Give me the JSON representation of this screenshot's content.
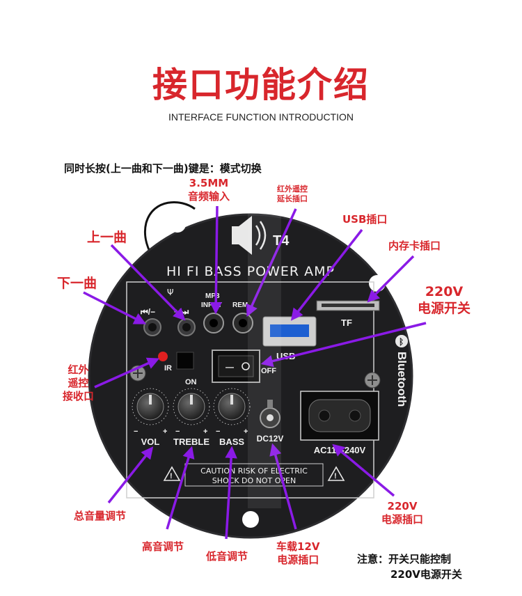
{
  "header": {
    "title": "接口功能介绍",
    "subtitle": "INTERFACE FUNCTION INTRODUCTION"
  },
  "notes": {
    "top": "同时长按(上一曲和下一曲)键是：模式切换",
    "bottom_line1": "注意：开关只能控制",
    "bottom_line2": "220V电源开关"
  },
  "callouts": {
    "audio_input_l1": "3.5MM",
    "audio_input_l2": "音频输入",
    "ir_ext_l1": "红外遥控",
    "ir_ext_l2": "延长插口",
    "usb": "USB插口",
    "tf": "内存卡插口",
    "prev": "上一曲",
    "next": "下一曲",
    "power_switch_l1": "220V",
    "power_switch_l2": "电源开关",
    "ir_recv_l1": "红外",
    "ir_recv_l2": "遥控",
    "ir_recv_l3": "接收口",
    "volume": "总音量调节",
    "treble": "高音调节",
    "bass": "低音调节",
    "dc_l1": "车载12V",
    "dc_l2": "电源插口",
    "ac_l1": "220V",
    "ac_l2": "电源插口"
  },
  "panel": {
    "brand": "HI FI BASS POWER AMP",
    "model": "T4",
    "prev_mark": "⏮/−",
    "next_mark": "+/⏭",
    "mp3_l1": "MP3",
    "mp3_l2": "INPUT",
    "rem": "REM",
    "tf": "TF",
    "usb": "USB",
    "ir": "IR",
    "on": "ON",
    "off": "OFF",
    "vol": "VOL",
    "treble": "TREBLE",
    "bass": "BASS",
    "dc": "DC12V",
    "ac": "AC110-240V",
    "caution_l1": "CAUTION RISK OF ELECTRIC",
    "caution_l2": "SHOCK DO NOT OPEN",
    "bluetooth": "Bluetooth"
  },
  "colors": {
    "accent_red": "#d8262c",
    "arrow_purple": "#8a1ae6",
    "board": "#1e1e20"
  }
}
